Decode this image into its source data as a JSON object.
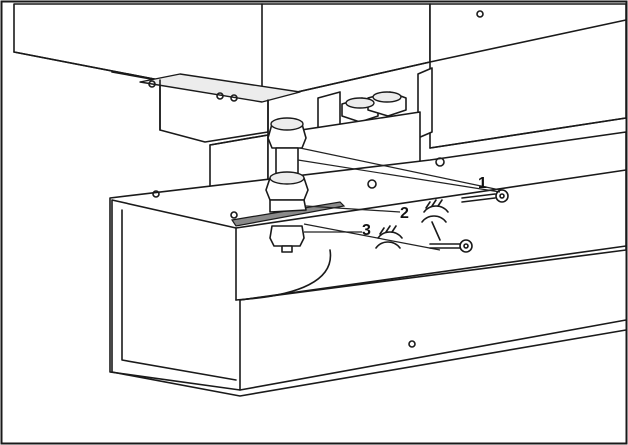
{
  "diagram": {
    "callouts": [
      {
        "id": "1",
        "label": "1"
      },
      {
        "id": "2",
        "label": "2"
      },
      {
        "id": "3",
        "label": "3"
      }
    ],
    "colors": {
      "line": "#1a1a1a",
      "background": "#ffffff",
      "shade": "#ececec"
    }
  }
}
